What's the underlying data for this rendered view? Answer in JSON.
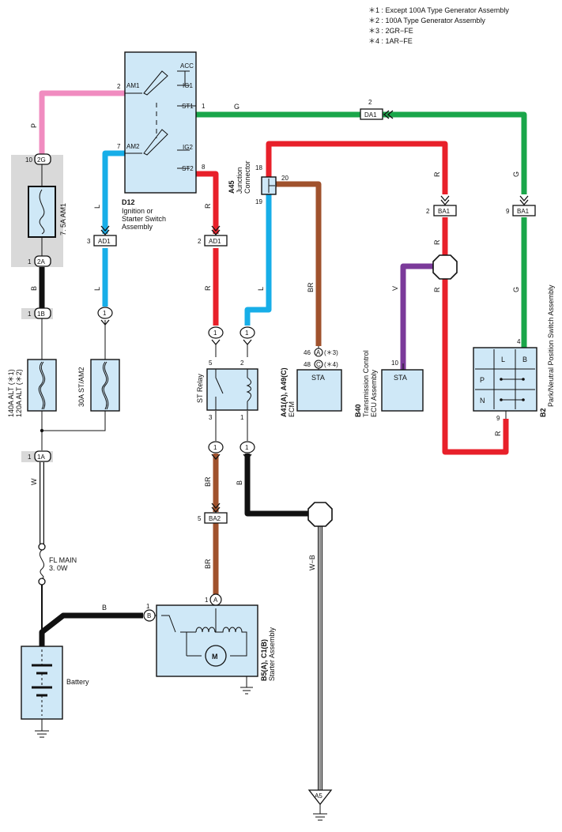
{
  "notes": [
    "＊1 : Except 100A Type Generator Assembly",
    "＊2 : 100A Type Generator Assembly",
    "＊3 : 2GR−FE",
    "＊4 : 1AR−FE"
  ],
  "components": {
    "ignition_switch": {
      "code": "D12",
      "name_line1": "Ignition or",
      "name_line2": "Starter Switch",
      "name_line3": "Assembly",
      "terminals": {
        "acc": "ACC",
        "ig1": "IG1",
        "st1": "ST1",
        "ig2": "IG2",
        "st2": "ST2",
        "am1": "AM1",
        "am2": "AM2"
      },
      "pins": {
        "am1": "2",
        "am2": "7",
        "st1": "1",
        "st2": "8"
      }
    },
    "fuse_am1": {
      "label": "7. 5A AM1"
    },
    "fuse_alt": {
      "label_line1": "140A ALT (＊1)",
      "label_line2": "120A ALT (＊2)"
    },
    "fuse_st": {
      "label": "30A ST/AM2"
    },
    "fl_main": {
      "label_line1": "FL MAIN",
      "label_line2": "3. 0W"
    },
    "battery": {
      "label": "Battery"
    },
    "st_relay": {
      "label": "ST Relay",
      "pins": {
        "p5": "5",
        "p2": "2",
        "p3": "3",
        "p1": "1"
      }
    },
    "junction": {
      "code": "A45",
      "name_line1": "Junction",
      "name_line2": "Connector",
      "pins": {
        "p18": "18",
        "p20": "20",
        "p19": "19"
      }
    },
    "ecm": {
      "code": "A41(A), A49(C)",
      "name": "ECM",
      "terminal": "STA",
      "pin46": "46",
      "pin48": "48",
      "conn_a": "A",
      "conn_c": "C",
      "note3": "(＊3)",
      "note4": "(＊4)"
    },
    "tcm": {
      "code": "B40",
      "name_line1": "Transmission Control",
      "name_line2": "ECU Assembly",
      "terminal": "STA",
      "pin": "10"
    },
    "pnp": {
      "code": "B2",
      "name": "Park/Neutral Position Switch Assembly",
      "l": "L",
      "b": "B",
      "p": "P",
      "n": "N",
      "pin4": "4",
      "pin9": "9"
    },
    "starter": {
      "code": "B5(A), C1(B)",
      "name": "Starter Assembly",
      "motor": "M",
      "pin1": "1",
      "pin1b": "1",
      "conn_a": "A",
      "conn_b": "B"
    }
  },
  "connectors": {
    "c2G": {
      "id": "2G",
      "pin": "10"
    },
    "c2A": {
      "id": "2A",
      "pin": "1"
    },
    "c1B": {
      "id": "1B",
      "pin": "1"
    },
    "c1A": {
      "id": "1A",
      "pin": "1"
    },
    "cAD1a": {
      "id": "AD1",
      "pin": "3"
    },
    "cAD1b": {
      "id": "AD1",
      "pin": "2"
    },
    "cDA1": {
      "id": "DA1",
      "pin": "2"
    },
    "cBA1a": {
      "id": "BA1",
      "pin": "2"
    },
    "cBA1b": {
      "id": "BA1",
      "pin": "9"
    },
    "cBA2": {
      "id": "BA2",
      "pin": "5"
    },
    "one": "1",
    "a5": "A5"
  },
  "wire_colors": {
    "P": "P",
    "G": "G",
    "L": "L",
    "R": "R",
    "B": "B",
    "W": "W",
    "BR": "BR",
    "V": "V",
    "WB": "W−B"
  },
  "colors": {
    "pink": "#f08cc0",
    "green": "#1aa64a",
    "blue": "#17aee8",
    "red": "#e8202a",
    "black": "#111111",
    "brown": "#a0522d",
    "purple": "#7b3a9a",
    "white_wire": "#ffffff",
    "box": "#cfe8f7",
    "fuse_bg": "#d9d9d9"
  }
}
